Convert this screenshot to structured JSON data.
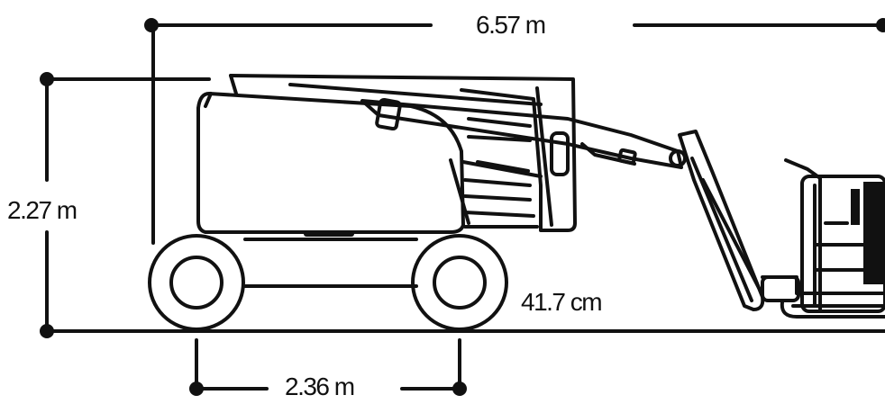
{
  "dimensions": {
    "overall_length": "6.57 m",
    "stowed_height": "2.27 m",
    "ground_clearance": "41.7 cm",
    "wheelbase": "2.36 m"
  },
  "colors": {
    "ink": "#111111",
    "background": "#ffffff"
  }
}
